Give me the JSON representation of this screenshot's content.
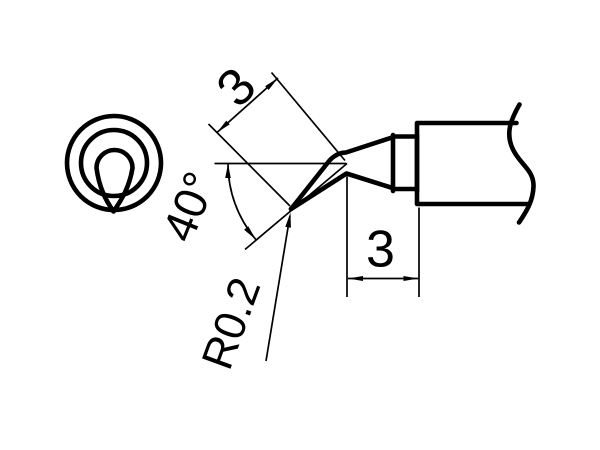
{
  "colors": {
    "ink": "#000000",
    "paper": "#ffffff"
  },
  "drawing": {
    "dimensions": {
      "bend_length_label": "3",
      "angle_label": "40°",
      "tip_radius_label": "R0.2",
      "horizontal_length_label": "3"
    }
  }
}
